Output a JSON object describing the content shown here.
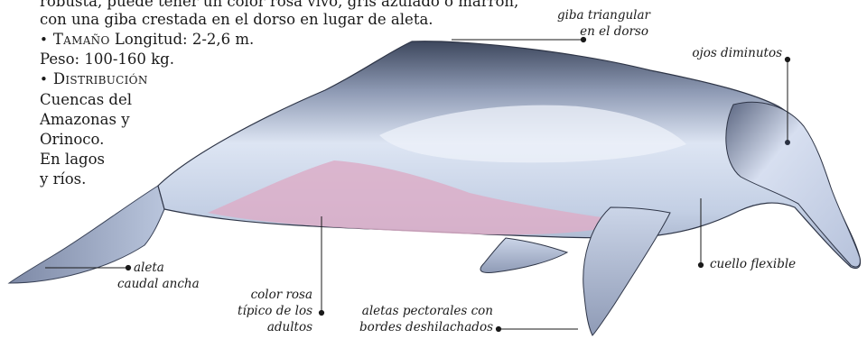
{
  "text": {
    "intro_line1": "robusta, puede tener un color rosa vivo, gris azulado o marrón,",
    "intro_line2": "con una giba crestada en el dorso en lugar de aleta.",
    "size_heading": "Tamaño",
    "size_text": "Longitud: 2-2,6 m.",
    "weight_text": "Peso: 100-160 kg.",
    "distribution_heading": "Distribución",
    "distribution_lines": [
      "Cuencas del",
      "Amazonas y",
      "Orinoco.",
      "En lagos",
      "y ríos."
    ]
  },
  "labels": {
    "hump": [
      "giba triangular",
      "en el dorso"
    ],
    "eyes": [
      "ojos diminutos"
    ],
    "neck": [
      "cuello flexible"
    ],
    "tail": [
      "aleta",
      "caudal ancha"
    ],
    "color": [
      "color rosa",
      "típico de los",
      "adultos"
    ],
    "fins": [
      "aletas pectorales con",
      "bordes deshilachados"
    ]
  },
  "colors": {
    "dolphin_body": "#c9d6ea",
    "dolphin_back": "#404a60",
    "dolphin_pink": "#dcaec8",
    "dolphin_highlight": "#eef2fa"
  }
}
